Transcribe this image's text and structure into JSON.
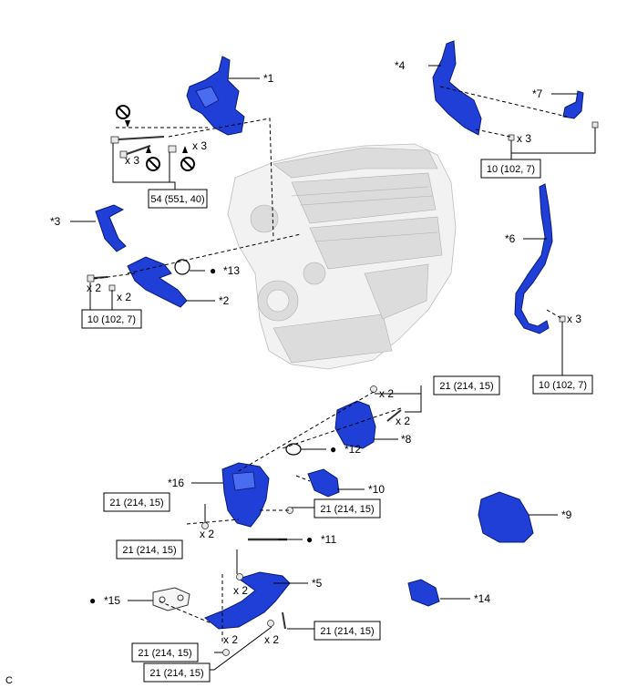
{
  "callouts": {
    "p1": "*1",
    "p2": "*2",
    "p3": "*3",
    "p4": "*4",
    "p5": "*5",
    "p6": "*6",
    "p7": "*7",
    "p8": "*8",
    "p9": "*9",
    "p10": "*10",
    "p11": "*11",
    "p12": "*12",
    "p13": "*13",
    "p14": "*14",
    "p15": "*15",
    "p16": "*16"
  },
  "torque": {
    "t54": "54 (551, 40)",
    "t10a": "10 (102, 7)",
    "t10b": "10 (102, 7)",
    "t10c": "10 (102, 7)",
    "t21a": "21 (214, 15)",
    "t21b": "21 (214, 15)",
    "t21c": "21 (214, 15)",
    "t21d": "21 (214, 15)",
    "t21e": "21 (214, 15)",
    "t21f": "21 (214, 15)",
    "t21g": "21 (214, 15)"
  },
  "qty": {
    "x3": "x 3",
    "x2": "x 2"
  },
  "bullet": "●",
  "corner": "C",
  "colors": {
    "part": "#1f3fd6",
    "engine": "#f2f2f2"
  },
  "icons": [
    "no-reuse-icon",
    "bolt-icon",
    "nut-icon",
    "gasket-icon"
  ]
}
